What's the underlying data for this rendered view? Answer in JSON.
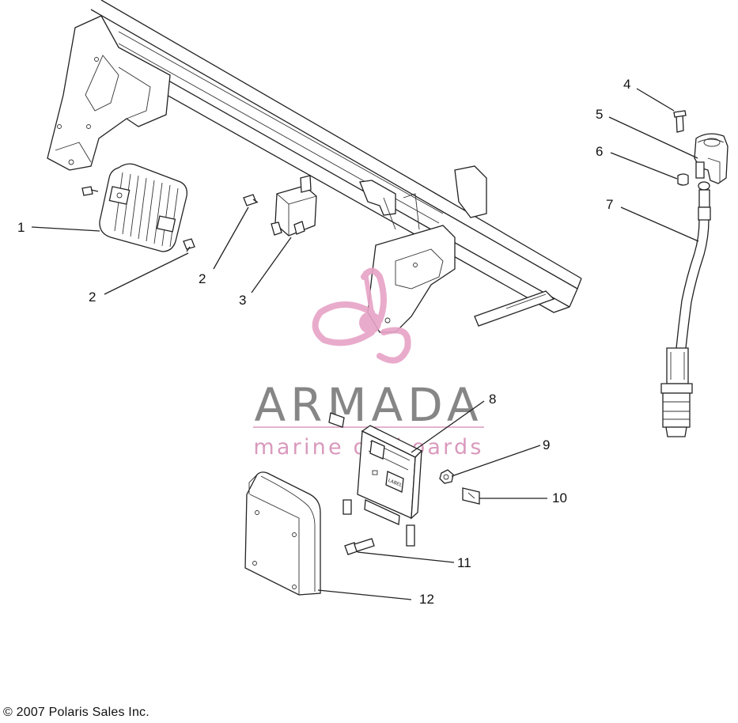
{
  "callouts": [
    {
      "label": "1",
      "part": "voltage-regulator"
    },
    {
      "label": "2",
      "part": "screw"
    },
    {
      "label": "2",
      "part": "screw"
    },
    {
      "label": "3",
      "part": "relay"
    },
    {
      "label": "4",
      "part": "sensor-screw"
    },
    {
      "label": "5",
      "part": "sensor"
    },
    {
      "label": "6",
      "part": "sensor-nut"
    },
    {
      "label": "7",
      "part": "o2-sensor-lead"
    },
    {
      "label": "8",
      "part": "ecu"
    },
    {
      "label": "9",
      "part": "nut"
    },
    {
      "label": "10",
      "part": "clip"
    },
    {
      "label": "11",
      "part": "bolt"
    },
    {
      "label": "12",
      "part": "ecu-cover"
    }
  ],
  "parts_labels": {
    "ecu_label": "LABEL"
  },
  "watermark": {
    "title": "ARMADA",
    "subtitle": "marine outboards",
    "colors": {
      "logo_pink": "#e7a3c6",
      "title_gray": "#7a7a7a",
      "subtitle_pink": "#d58fb5"
    }
  },
  "footer": {
    "copyright": "© 2007 Polaris Sales Inc."
  }
}
